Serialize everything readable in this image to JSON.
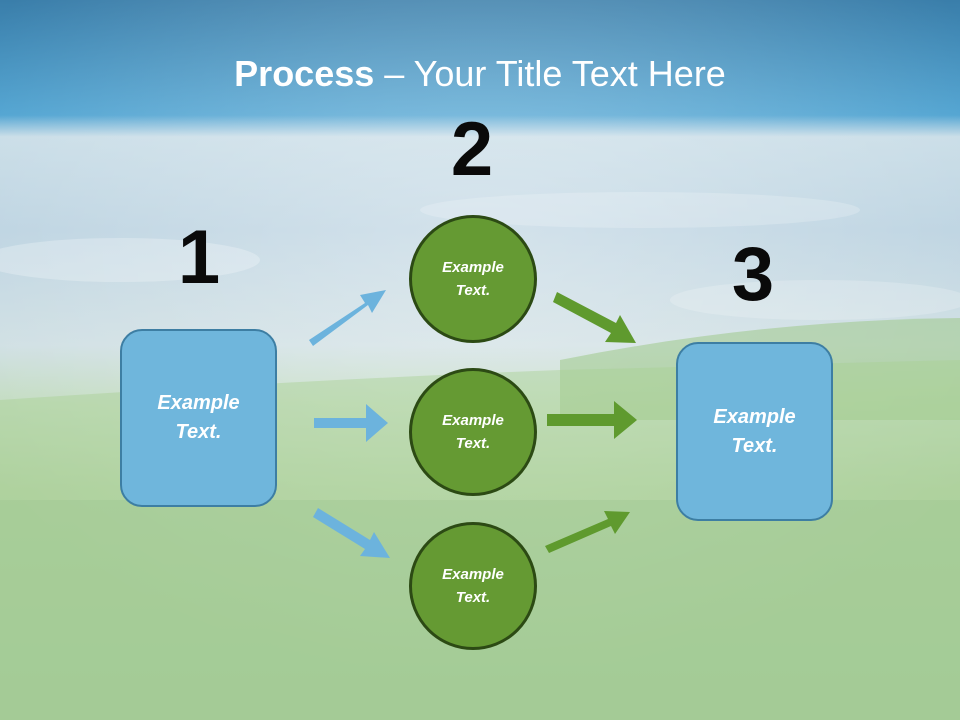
{
  "slide": {
    "title_bold": "Process",
    "title_separator": " – ",
    "title_rest": "Your Title Text Here",
    "steps": [
      {
        "number": "1",
        "label": "Example Text."
      },
      {
        "number": "2",
        "label": ""
      },
      {
        "number": "3",
        "label": "Example Text."
      }
    ],
    "center_items": [
      {
        "label": "Example Text."
      },
      {
        "label": "Example Text."
      },
      {
        "label": "Example Text."
      }
    ]
  },
  "colors": {
    "sky_top": "#3b86b8",
    "box_fill": "#6fb6dc",
    "box_border": "#3d7ea3",
    "circle_fill": "#659a33",
    "circle_border": "#2c4a14",
    "arrow_blue": "#6cb3dd",
    "arrow_green": "#5f9a2e",
    "number_color": "#0a0a0a"
  }
}
